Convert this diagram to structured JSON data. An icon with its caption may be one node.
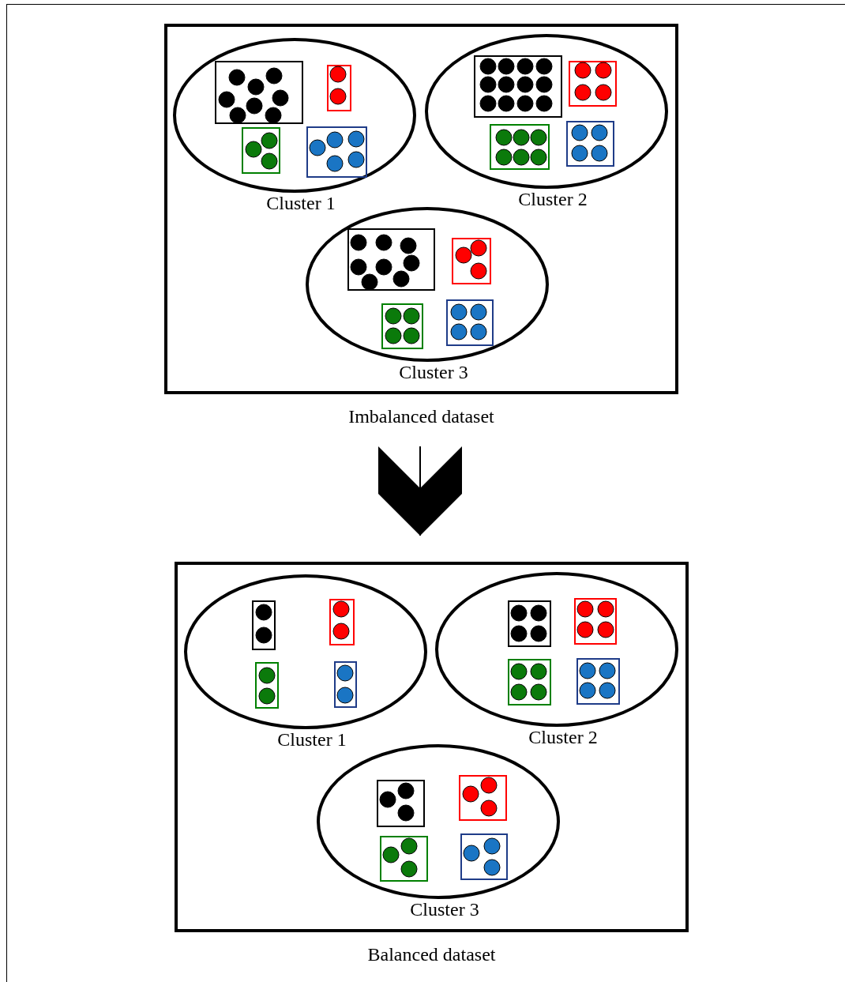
{
  "diagram": {
    "nodes": [
      {
        "text": [
          "Imbalanced dataset"
        ]
      },
      {
        "text": [
          "Cluster 1"
        ],
        "in": 0
      },
      {
        "text": [
          "Cluster 2"
        ],
        "in": 0
      },
      {
        "text": [
          "Cluster 3"
        ],
        "in": 0
      },
      {
        "text": [
          "Balanced dataset"
        ]
      },
      {
        "text": [
          "Cluster 1"
        ],
        "in": 4
      },
      {
        "text": [
          "Cluster 2"
        ],
        "in": 4
      },
      {
        "text": [
          "Cluster 3"
        ],
        "in": 4
      }
    ],
    "edges": [
      {
        "from": 0,
        "to": 4,
        "arrow": "to"
      }
    ]
  }
}
